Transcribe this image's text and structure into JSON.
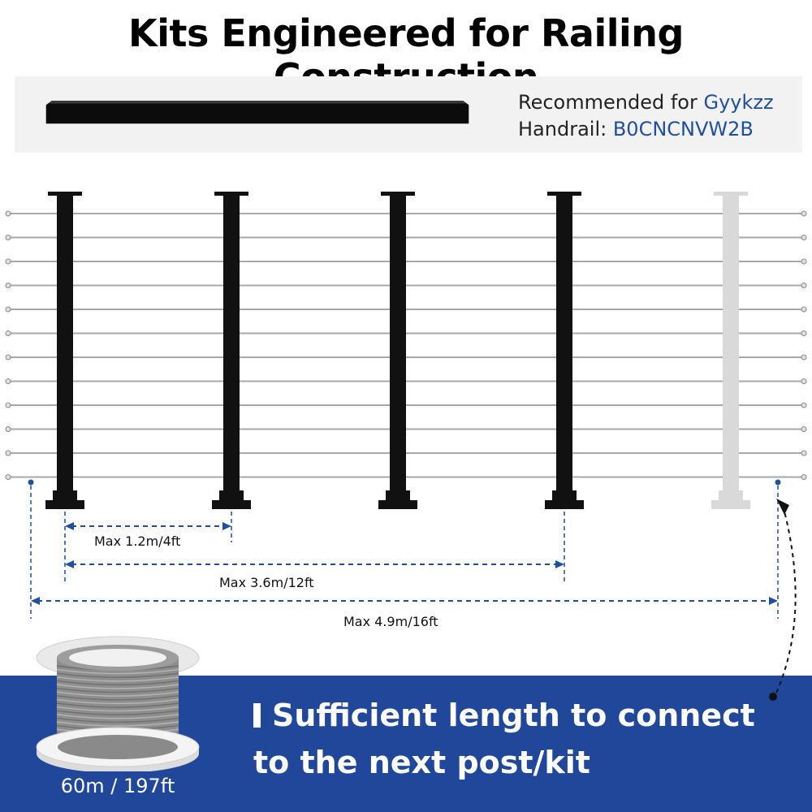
{
  "title": "Kits Engineered for Railing Construction",
  "recommendation": {
    "prefix": "Recommended for",
    "brand": "Gyykzz",
    "handrail_label": "Handrail:",
    "handrail_code": "B0CNCNVW2B"
  },
  "dimensions": {
    "short": "Max 1.2m/4ft",
    "medium": "Max 3.6m/12ft",
    "long": "Max 4.9m/16ft"
  },
  "spool": {
    "length_label": "60m / 197ft"
  },
  "banner": {
    "line1": "Sufficient length to connect",
    "line2": "to the next post/kit"
  },
  "colors": {
    "banner": "#21479b",
    "brand_text": "#1f4fa3",
    "post": "#111111",
    "ghost_post": "#d9d9d9",
    "dimension_line": "#1f4fa3"
  }
}
